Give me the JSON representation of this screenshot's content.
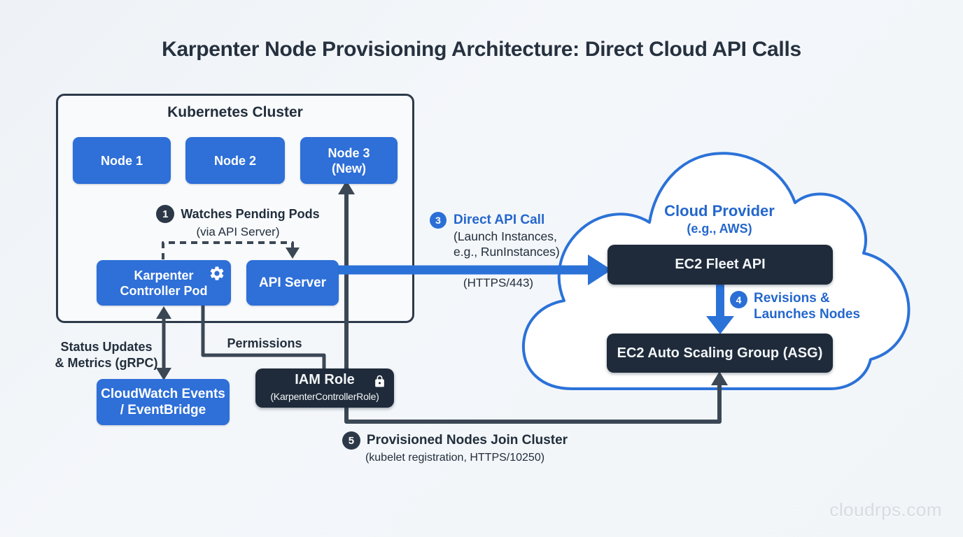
{
  "title": "Karpenter Node Provisioning Architecture: Direct Cloud API Calls",
  "colors": {
    "box_blue": "#2e6fd8",
    "blue_text": "#2467cc",
    "dark_box": "#1f2b3a",
    "line_dark": "#3b4754",
    "text_dark": "#222e3c",
    "cloud_stroke": "#2b72d8",
    "background": "#f2f5f8"
  },
  "cluster": {
    "title": "Kubernetes Cluster",
    "nodes": [
      {
        "label": "Node 1"
      },
      {
        "label": "Node 2"
      },
      {
        "line1": "Node 3",
        "line2": "(New)"
      }
    ],
    "karpenter": {
      "line1": "Karpenter",
      "line2": "Controller Pod",
      "icon": "gear-icon"
    },
    "api_server": {
      "label": "API Server"
    }
  },
  "steps": {
    "step1": {
      "num": "1",
      "title": "Watches Pending Pods",
      "sub": "(via API Server)"
    },
    "step3": {
      "num": "3",
      "title": "Direct API Call",
      "sub1": "(Launch Instances,",
      "sub2": "e.g., RunInstances)",
      "protocol": "(HTTPS/443)"
    },
    "step4": {
      "num": "4",
      "line1": "Revisions &",
      "line2": "Launches Nodes"
    },
    "step5": {
      "num": "5",
      "title": "Provisioned Nodes Join Cluster",
      "sub": "(kubelet registration, HTTPS/10250)"
    }
  },
  "cloud": {
    "title": "Cloud Provider",
    "sub": "(e.g., AWS)",
    "fleet_api": {
      "label": "EC2 Fleet API"
    },
    "asg": {
      "label": "EC2 Auto Scaling Group (ASG)"
    }
  },
  "left_flow": {
    "status_line1": "Status Updates",
    "status_line2": "& Metrics (gRPC)",
    "permissions": "Permissions",
    "cloudwatch": {
      "line1": "CloudWatch Events",
      "line2": "/ EventBridge"
    },
    "iam": {
      "title": "IAM Role",
      "sub": "(KarpenterControllerRole)",
      "icon": "lock-icon"
    }
  },
  "watermark": "cloudrps.com"
}
